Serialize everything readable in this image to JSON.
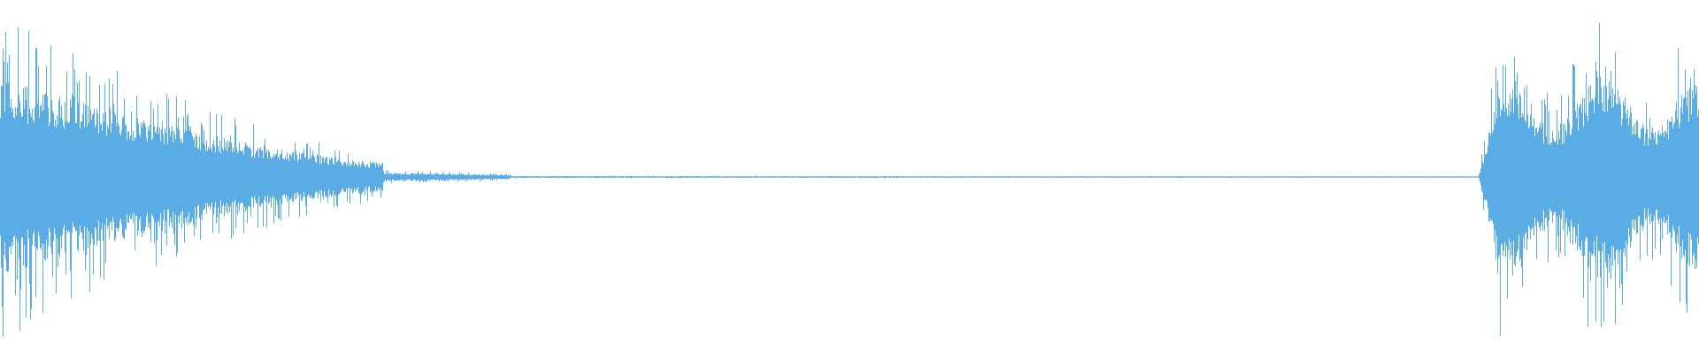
{
  "waveform": {
    "color": "#5aace4",
    "background": "#ffffff",
    "segments": [
      {
        "kind": "burst-decay",
        "start": 0.0,
        "end": 0.225,
        "peak": 0.95
      },
      {
        "kind": "tail",
        "start": 0.225,
        "end": 0.3,
        "peak": 0.03
      },
      {
        "kind": "near-silence",
        "start": 0.3,
        "end": 0.87,
        "peak": 0.008
      },
      {
        "kind": "burst",
        "start": 0.87,
        "end": 1.0,
        "peak": 0.98
      }
    ]
  }
}
